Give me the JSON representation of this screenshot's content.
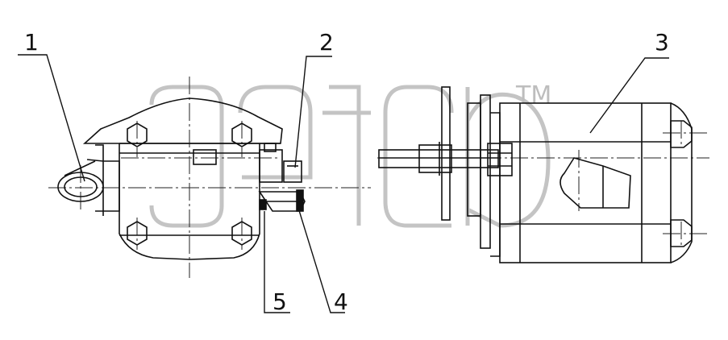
{
  "drawing": {
    "callouts": [
      {
        "id": "1",
        "label": "1"
      },
      {
        "id": "2",
        "label": "2"
      },
      {
        "id": "3",
        "label": "3"
      },
      {
        "id": "4",
        "label": "4"
      },
      {
        "id": "5",
        "label": "5"
      }
    ],
    "watermark": {
      "text": "Элтех",
      "trademark": "TM"
    },
    "colors": {
      "line": "#111111",
      "watermark": "#c8c8c8",
      "background": "#ffffff"
    }
  }
}
